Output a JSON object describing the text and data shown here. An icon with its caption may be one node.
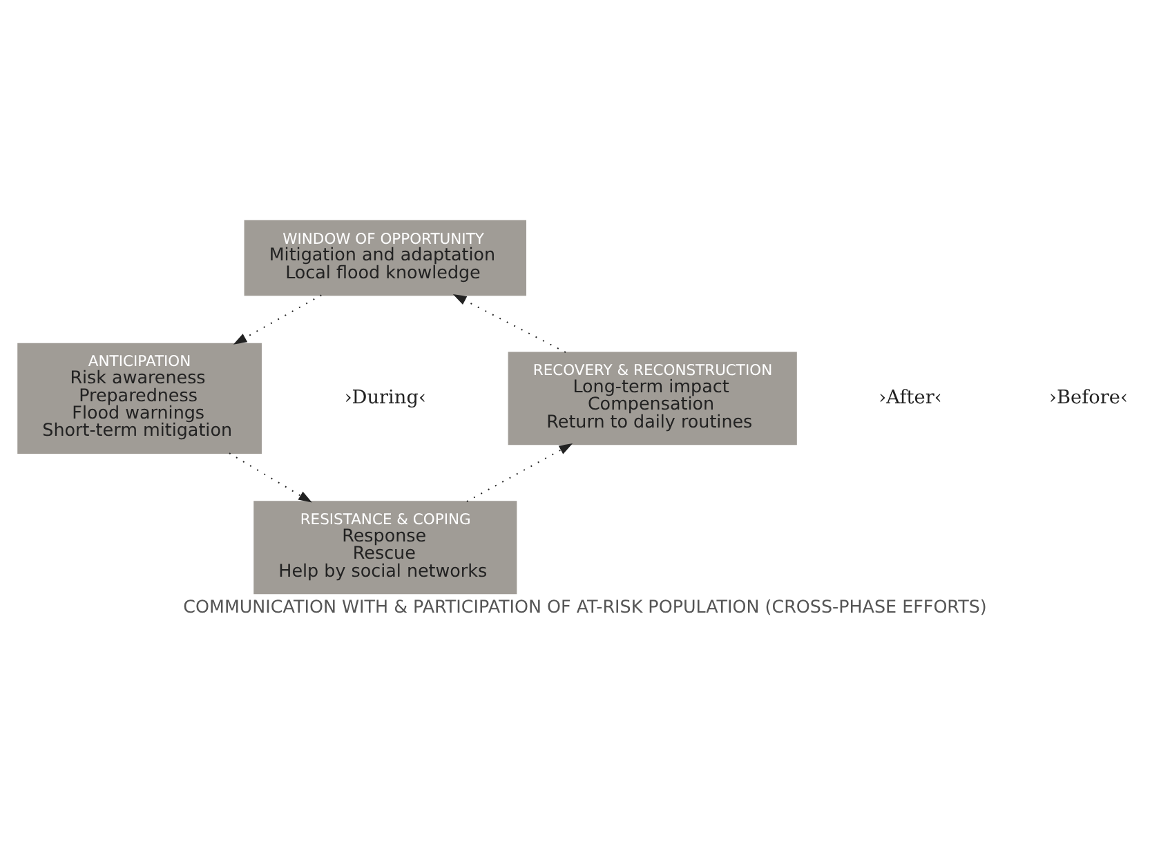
{
  "diagram": {
    "caption": "COMMUNICATION WITH & PARTICIPATION OF AT-RISK POPULATION (CROSS-PHASE EFFORTS)",
    "nodes": [
      {
        "text": [
          "WINDOW OF OPPORTUNITY",
          "Mitigation and adaptation",
          "Local flood knowledge"
        ]
      },
      {
        "text": [
          "RECOVERY & RECONSTRUCTION",
          "Long-term impact",
          "Compensation",
          "Return to daily routines"
        ]
      },
      {
        "text": [
          "ANTICIPATION",
          "Risk awareness",
          "Preparedness",
          "Flood warnings",
          "Short-term mitigation"
        ]
      },
      {
        "text": [
          "RESISTANCE & COPING",
          "Response",
          "Rescue",
          "Help by social networks"
        ]
      }
    ],
    "edges": [
      {
        "from": 0,
        "to": 2,
        "arrow": "to"
      },
      {
        "from": 2,
        "to": 3,
        "arrow": "to"
      },
      {
        "from": 3,
        "to": 1,
        "arrow": "to"
      },
      {
        "from": 1,
        "to": 0,
        "arrow": "to"
      }
    ],
    "labels": [
      "›After‹",
      "›Before‹",
      "›During‹"
    ]
  }
}
